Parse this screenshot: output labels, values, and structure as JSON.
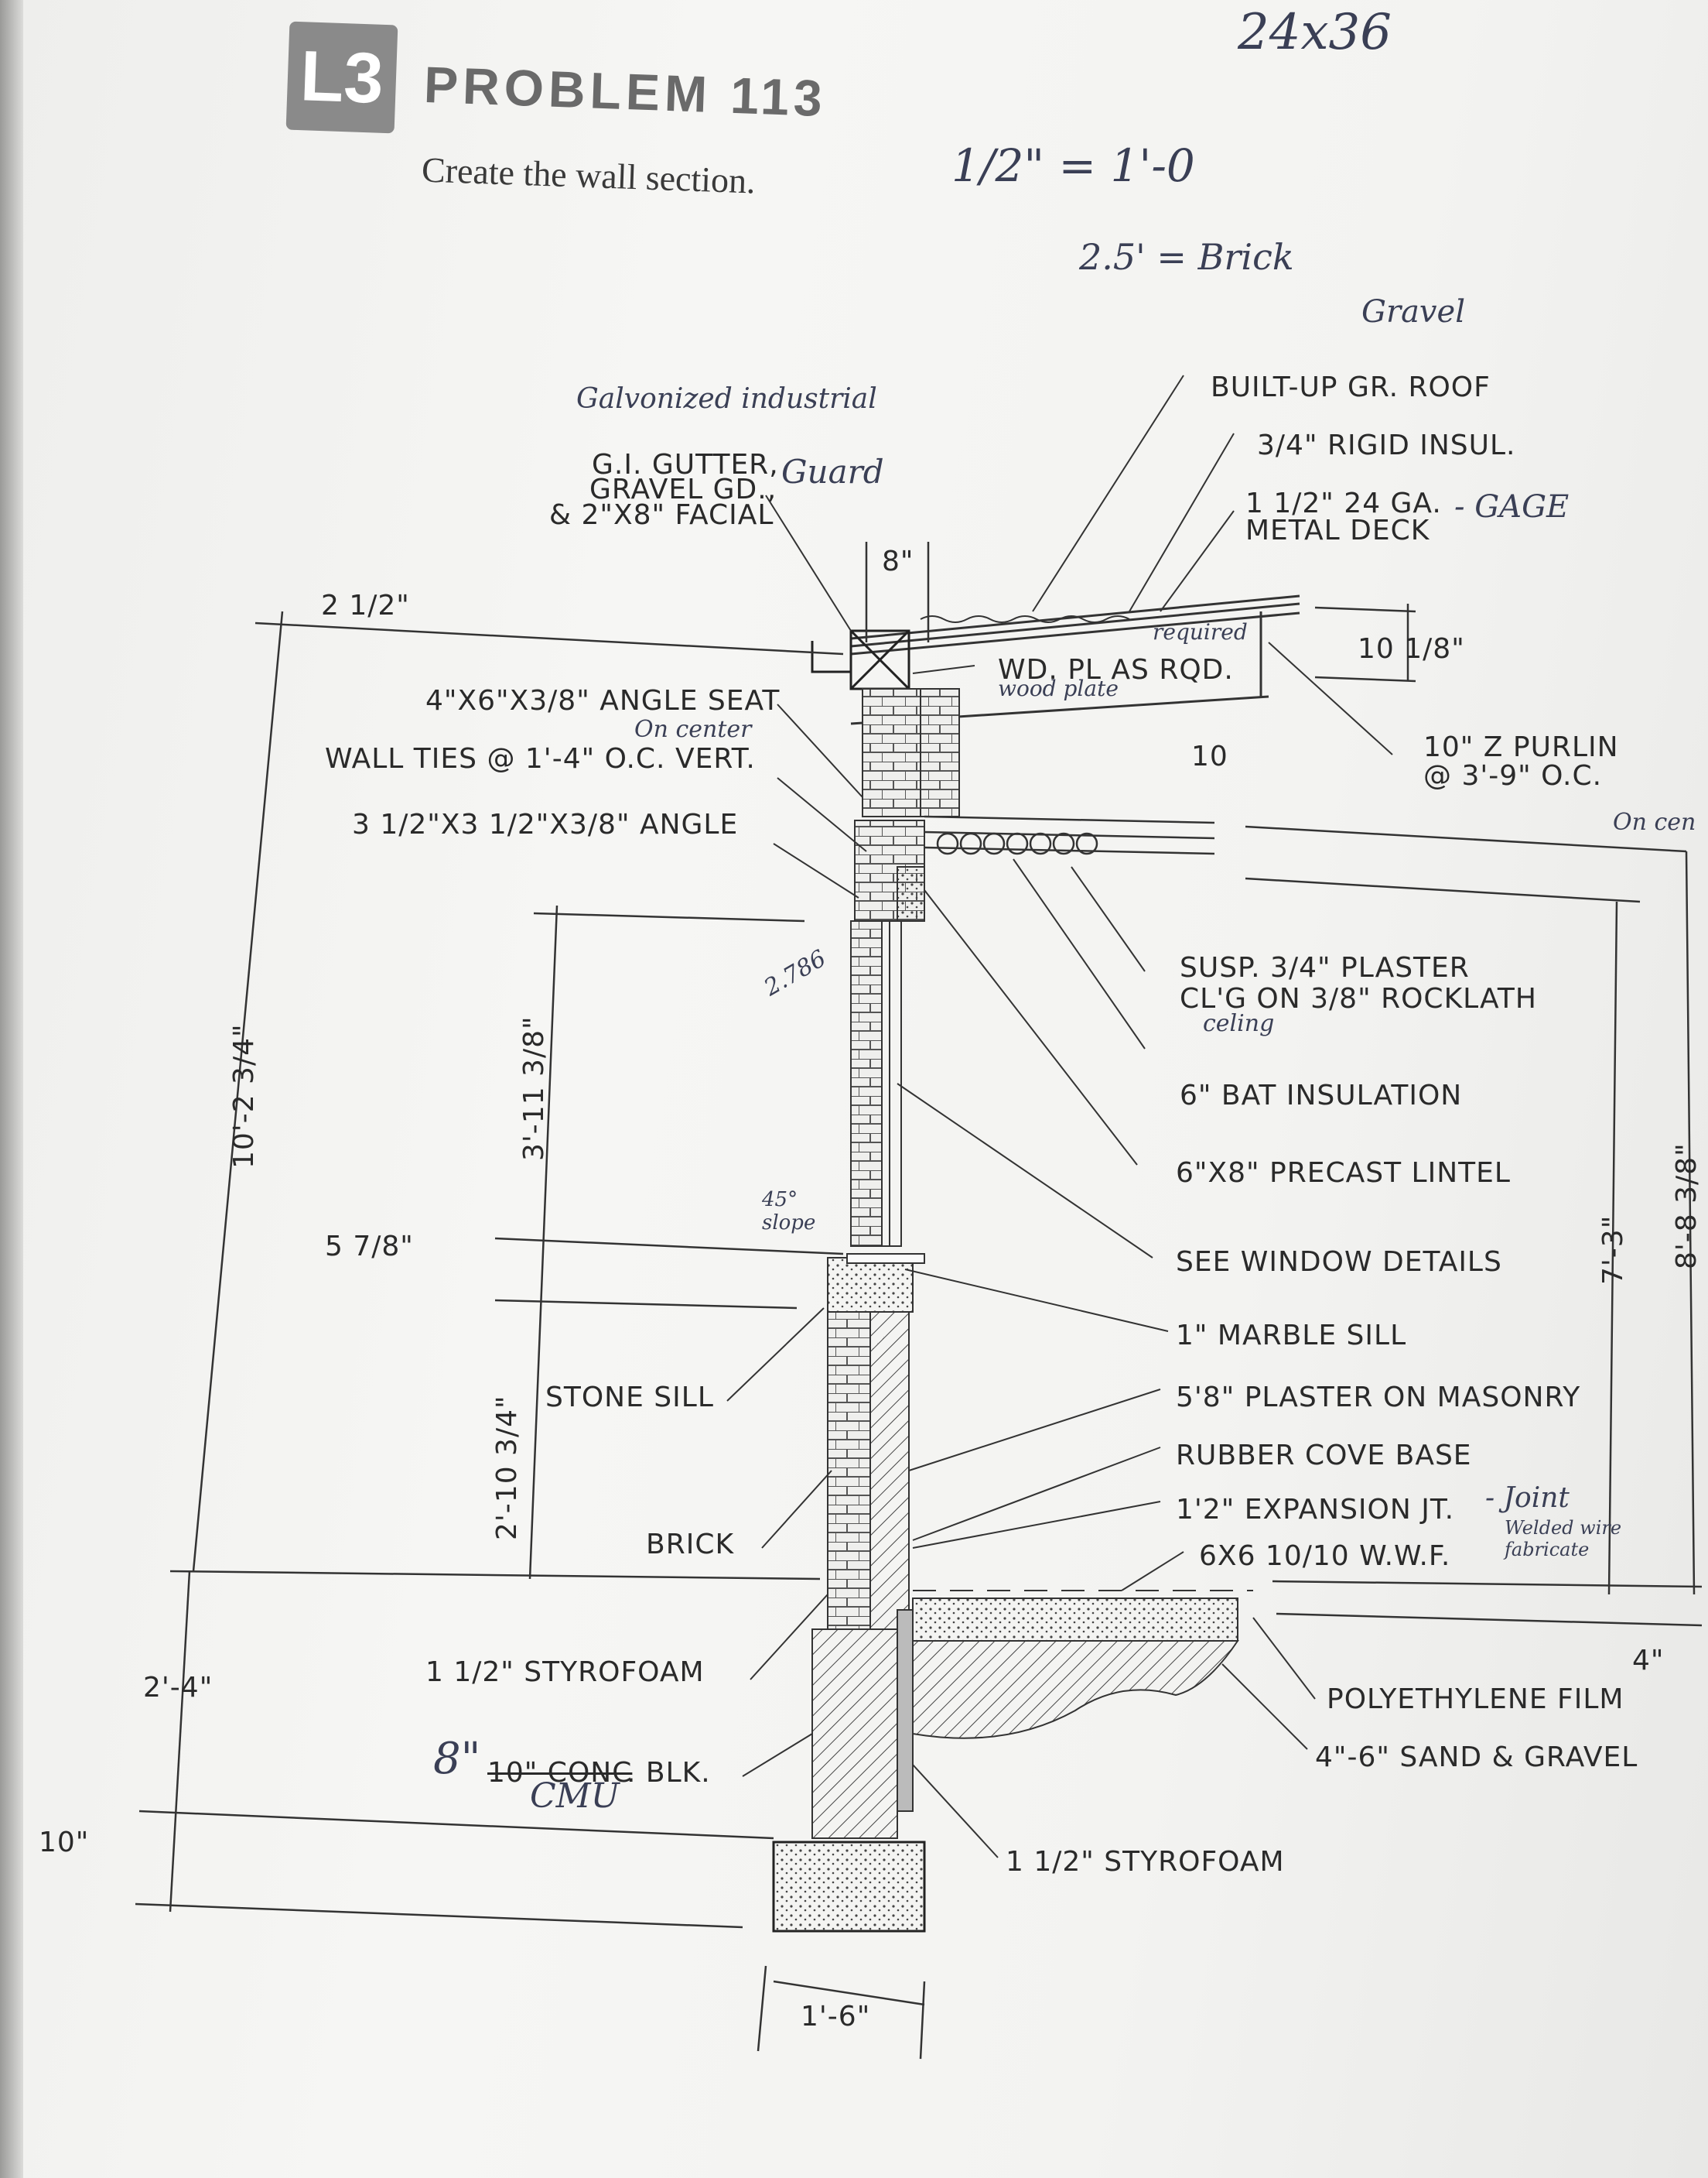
{
  "header": {
    "badge": "L3",
    "title": "PROBLEM 113",
    "subtitle": "Create the wall section."
  },
  "handwritten": {
    "sheet_size": "24x36",
    "scale": "1/2\" = 1'-0",
    "brick_note": "2.5' = Brick",
    "gravel": "Gravel",
    "galvanized": "Galvonized industrial",
    "guard": "Guard",
    "gage": "- GAGE",
    "required": "required",
    "wood_plate": "wood plate",
    "on_center_1": "On center",
    "on_center_2": "On cen",
    "ceiling": "celing",
    "dim_2786": "2.786",
    "slope": "45° slope",
    "joint": "- Joint",
    "welded": "Welded wire fabricate",
    "eight_blk": "8\"",
    "cmu": "CMU"
  },
  "labels": {
    "built_up_roof": "BUILT-UP GR. ROOF",
    "rigid_insul": "3/4\" RIGID INSUL.",
    "metal_deck_1": "1 1/2\" 24 GA.",
    "metal_deck_2": "METAL DECK",
    "gutter_1": "G.I. GUTTER,",
    "gutter_2": "GRAVEL GD.,",
    "gutter_3": "& 2\"X8\" FACIAL",
    "wd_pl": "WD. PL AS RQD.",
    "angle_seat": "4\"X6\"X3/8\" ANGLE SEAT",
    "wall_ties": "WALL TIES @ 1'-4\" O.C. VERT.",
    "angle": "3 1/2\"X3 1/2\"X3/8\" ANGLE",
    "z_purlin_1": "10\" Z PURLIN",
    "z_purlin_2": "@ 3'-9\" O.C.",
    "susp_1": "SUSP. 3/4\" PLASTER",
    "susp_2": "CL'G ON 3/8\" ROCKLATH",
    "bat_insul": "6\" BAT INSULATION",
    "lintel": "6\"X8\" PRECAST LINTEL",
    "window": "SEE WINDOW DETAILS",
    "marble_sill": "1\" MARBLE SILL",
    "stone_sill": "STONE SILL",
    "plaster": "5'8\" PLASTER ON MASONRY",
    "cove_base": "RUBBER COVE BASE",
    "brick": "BRICK",
    "expansion": "1'2\" EXPANSION JT.",
    "wwf": "6X6 10/10 W.W.F.",
    "styro_1": "1 1/2\" STYROFOAM",
    "poly_film": "POLYETHYLENE FILM",
    "sand_gravel": "4\"-6\" SAND & GRAVEL",
    "blk_strike": "10\" CONC",
    "blk": ". BLK.",
    "styro_2": "1 1/2\" STYROFOAM"
  },
  "dimensions": {
    "d_2_half": "2 1/2\"",
    "d_8": "8\"",
    "d_10_1_8": "10 1/8\"",
    "d_10": "10",
    "d_10_2_3_4": "10'-2 3/4\"",
    "d_3_11_3_8": "3'-11 3/8\"",
    "d_5_7_8": "5 7/8\"",
    "d_2_10_3_4": "2'-10 3/4\"",
    "d_7_3": "7'-3\"",
    "d_8_8_3_8": "8'-8 3/8\"",
    "d_2_4": "2'-4\"",
    "d_10in": "10\"",
    "d_4": "4\"",
    "d_1_6": "1'-6\""
  }
}
